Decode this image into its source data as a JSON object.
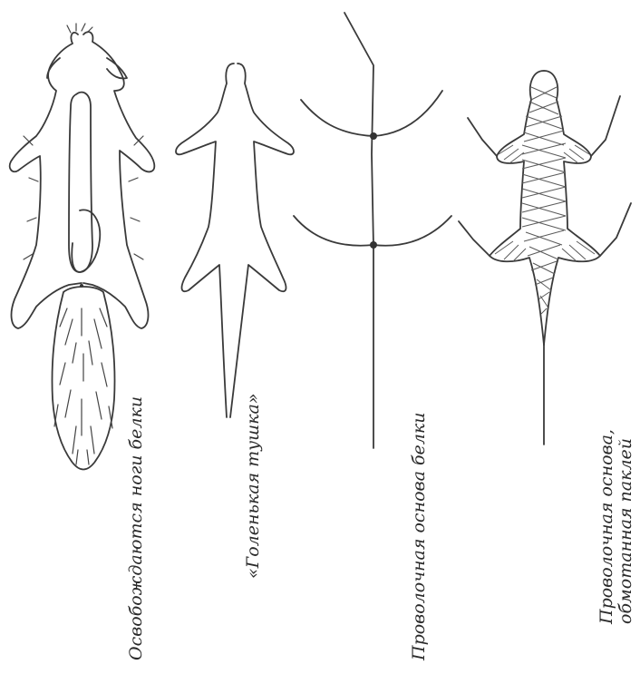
{
  "captions": {
    "skin": "Освобождаются ноги белки",
    "carcass": "«Голенькая тушка»",
    "wire": "Проволочная основа белки",
    "wrapped_line1": "Проволочная основа,",
    "wrapped_line2": "обмотанная паклей"
  }
}
